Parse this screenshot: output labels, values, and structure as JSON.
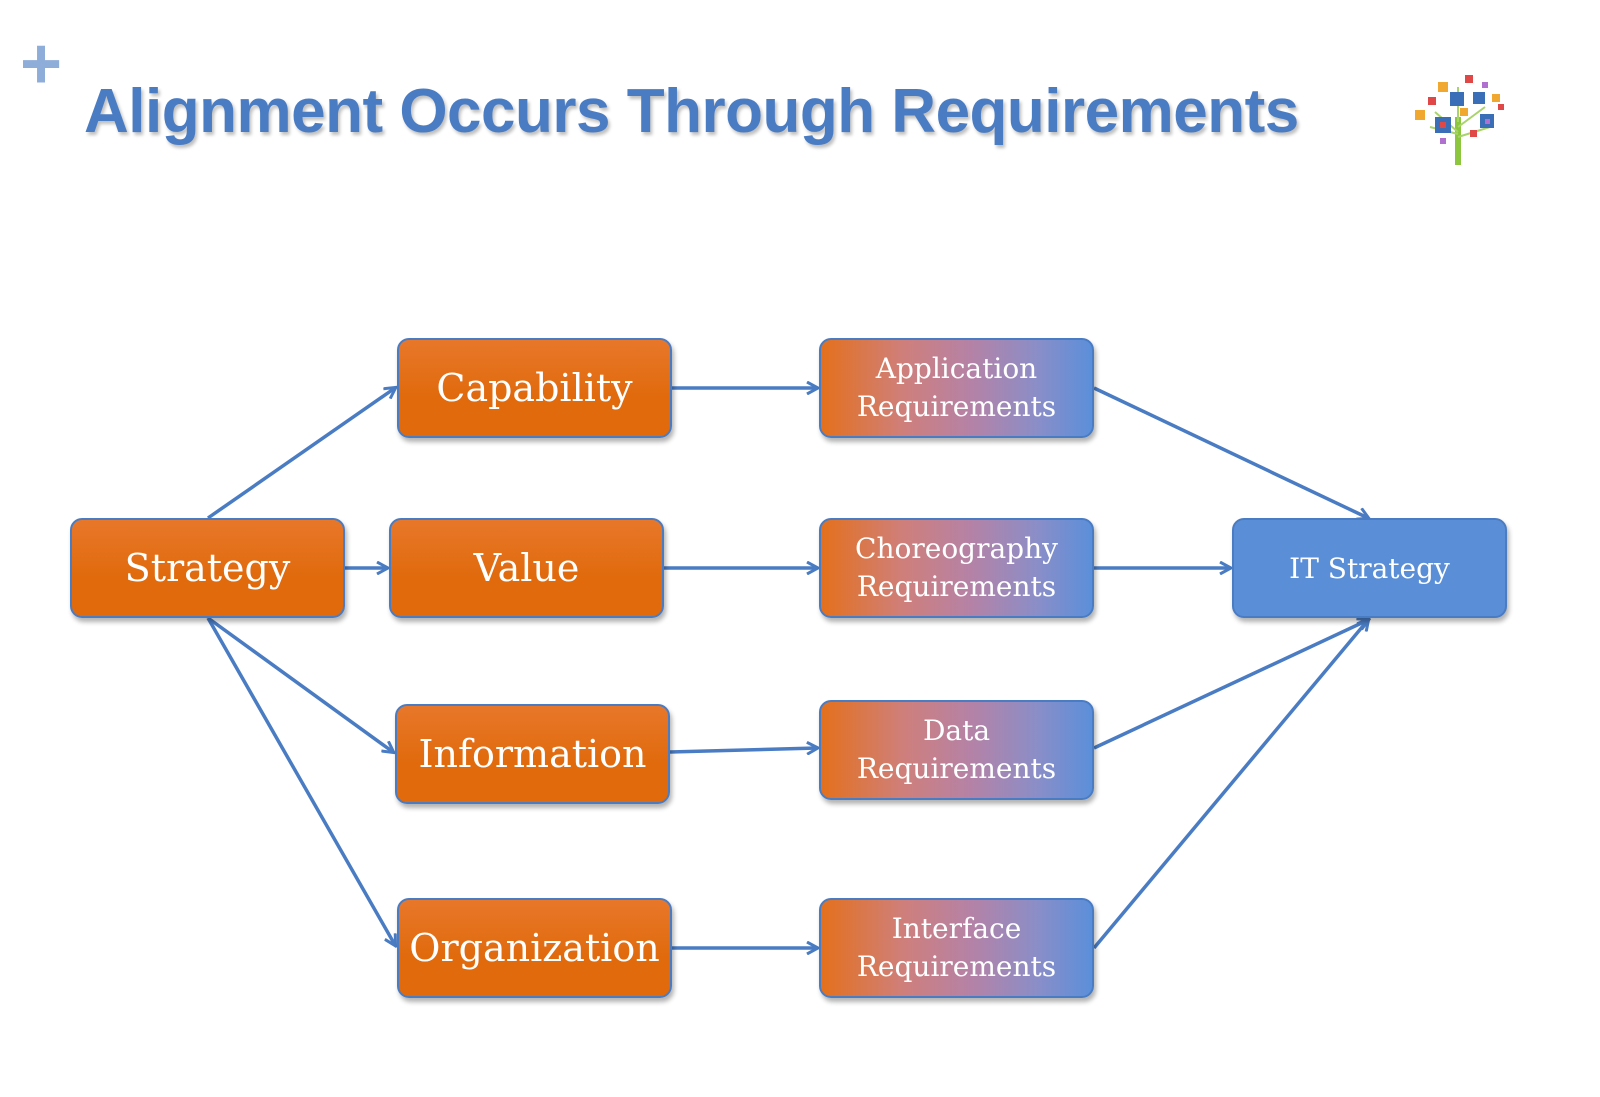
{
  "slide": {
    "title": "Alignment Occurs Through Requirements",
    "decoration": "plus-icon",
    "logo": "tree-logo"
  },
  "nodes": {
    "strategy": "Strategy",
    "capability": "Capability",
    "value": "Value",
    "information": "Information",
    "organization": "Organization",
    "application_requirements": [
      "Application",
      "Requirements"
    ],
    "choreography_requirements": [
      "Choreography",
      "Requirements"
    ],
    "data_requirements": [
      "Data",
      "Requirements"
    ],
    "interface_requirements": [
      "Interface",
      "Requirements"
    ],
    "it_strategy": "IT Strategy"
  },
  "colors": {
    "title": "#4a7cc3",
    "orange": "#e06a0c",
    "blue": "#5a8fd8",
    "arrow": "#4a7cc3"
  }
}
